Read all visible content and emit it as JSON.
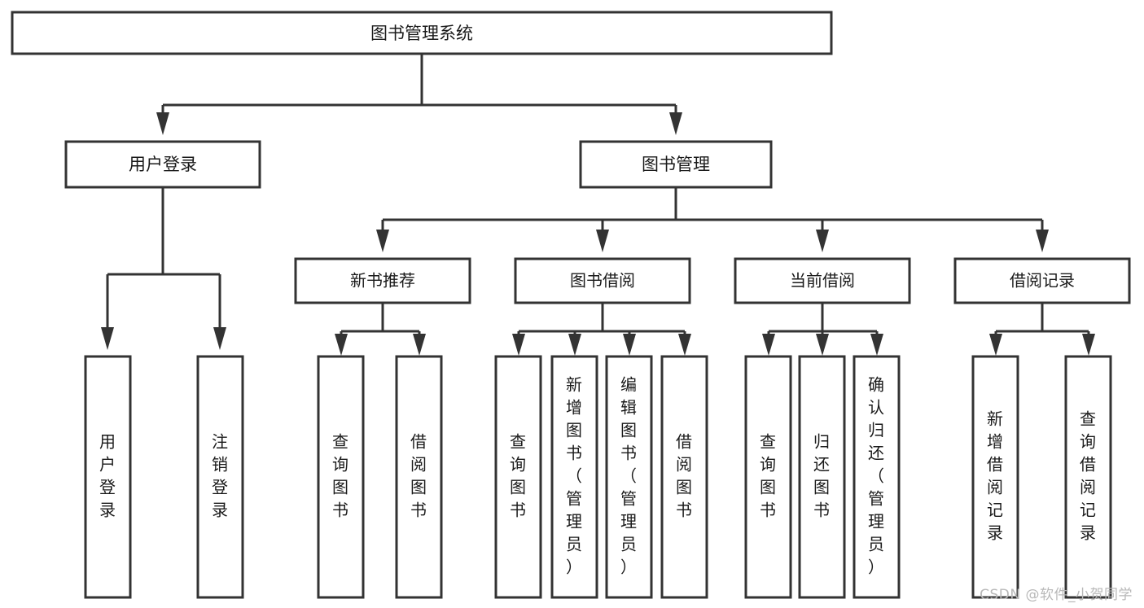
{
  "diagram": {
    "title": "图书管理系统",
    "type": "tree-hierarchy",
    "orientation": "top-down",
    "watermark": "CSDN @软件_小贺同学",
    "colors": {
      "box_fill": "#ffffff",
      "box_stroke": "#333333",
      "text": "#1a1a1a",
      "background": "#ffffff",
      "watermark": "#b8b8b8"
    }
  },
  "root": {
    "id": "root",
    "label": "图书管理系统"
  },
  "level1": [
    {
      "id": "user-login",
      "label": "用户登录"
    },
    {
      "id": "book-manage",
      "label": "图书管理"
    }
  ],
  "level2": [
    {
      "id": "new-book-rec",
      "label": "新书推荐",
      "parent": "book-manage"
    },
    {
      "id": "book-borrow",
      "label": "图书借阅",
      "parent": "book-manage"
    },
    {
      "id": "current-borrow",
      "label": "当前借阅",
      "parent": "book-manage"
    },
    {
      "id": "borrow-record",
      "label": "借阅记录",
      "parent": "book-manage"
    }
  ],
  "leaves": {
    "user-login": [
      {
        "id": "leaf-user-login",
        "label": "用户登录"
      },
      {
        "id": "leaf-user-logout",
        "label": "注销登录"
      }
    ],
    "new-book-rec": [
      {
        "id": "leaf-query-book-1",
        "label": "查询图书"
      },
      {
        "id": "leaf-borrow-book-1",
        "label": "借阅图书"
      }
    ],
    "book-borrow": [
      {
        "id": "leaf-query-book-2",
        "label": "查询图书"
      },
      {
        "id": "leaf-add-book",
        "label": "新增图书（管理员）"
      },
      {
        "id": "leaf-edit-book",
        "label": "编辑图书（管理员）"
      },
      {
        "id": "leaf-borrow-book-2",
        "label": "借阅图书"
      }
    ],
    "current-borrow": [
      {
        "id": "leaf-query-book-3",
        "label": "查询图书"
      },
      {
        "id": "leaf-return-book",
        "label": "归还图书"
      },
      {
        "id": "leaf-confirm-return",
        "label": "确认归还（管理员）"
      }
    ],
    "borrow-record": [
      {
        "id": "leaf-add-record",
        "label": "新增借阅记录"
      },
      {
        "id": "leaf-query-record",
        "label": "查询借阅记录"
      }
    ]
  }
}
